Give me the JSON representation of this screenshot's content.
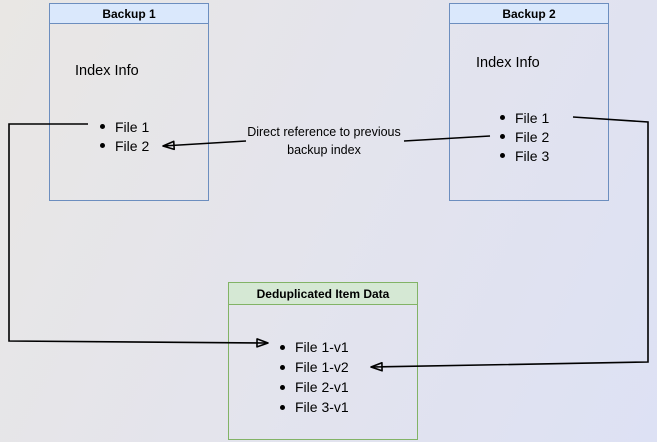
{
  "colors": {
    "backup_header_fill": "#dae8fc",
    "backup_border": "#6c8ebf",
    "dedup_header_fill": "#d5e8d4",
    "dedup_border": "#82b366",
    "arrow": "#000000",
    "text": "#000000"
  },
  "boxes": {
    "backup1": {
      "title": "Backup 1",
      "subtitle": "Index Info",
      "items": [
        "File 1",
        "File 2"
      ]
    },
    "backup2": {
      "title": "Backup 2",
      "subtitle": "Index Info",
      "items": [
        "File 1",
        "File 2",
        "File 3"
      ]
    },
    "dedup": {
      "title": "Deduplicated Item Data",
      "items": [
        "File 1-v1",
        "File 1-v2",
        "File 2-v1",
        "File 3-v1"
      ]
    }
  },
  "annotations": {
    "direct_reference": "Direct reference to previous backup index"
  },
  "edges": [
    {
      "name": "direct-reference",
      "from": "Backup 2 / File 2",
      "to": "Backup 1 / File 2",
      "label": "Direct reference to previous backup index"
    },
    {
      "name": "backup1-file1-to-dedup",
      "from": "Backup 1 / File 1",
      "to": "Deduplicated Item Data / File 1-v1"
    },
    {
      "name": "backup2-file1-to-dedup",
      "from": "Backup 2 / File 1",
      "to": "Deduplicated Item Data / File 1-v2"
    }
  ]
}
